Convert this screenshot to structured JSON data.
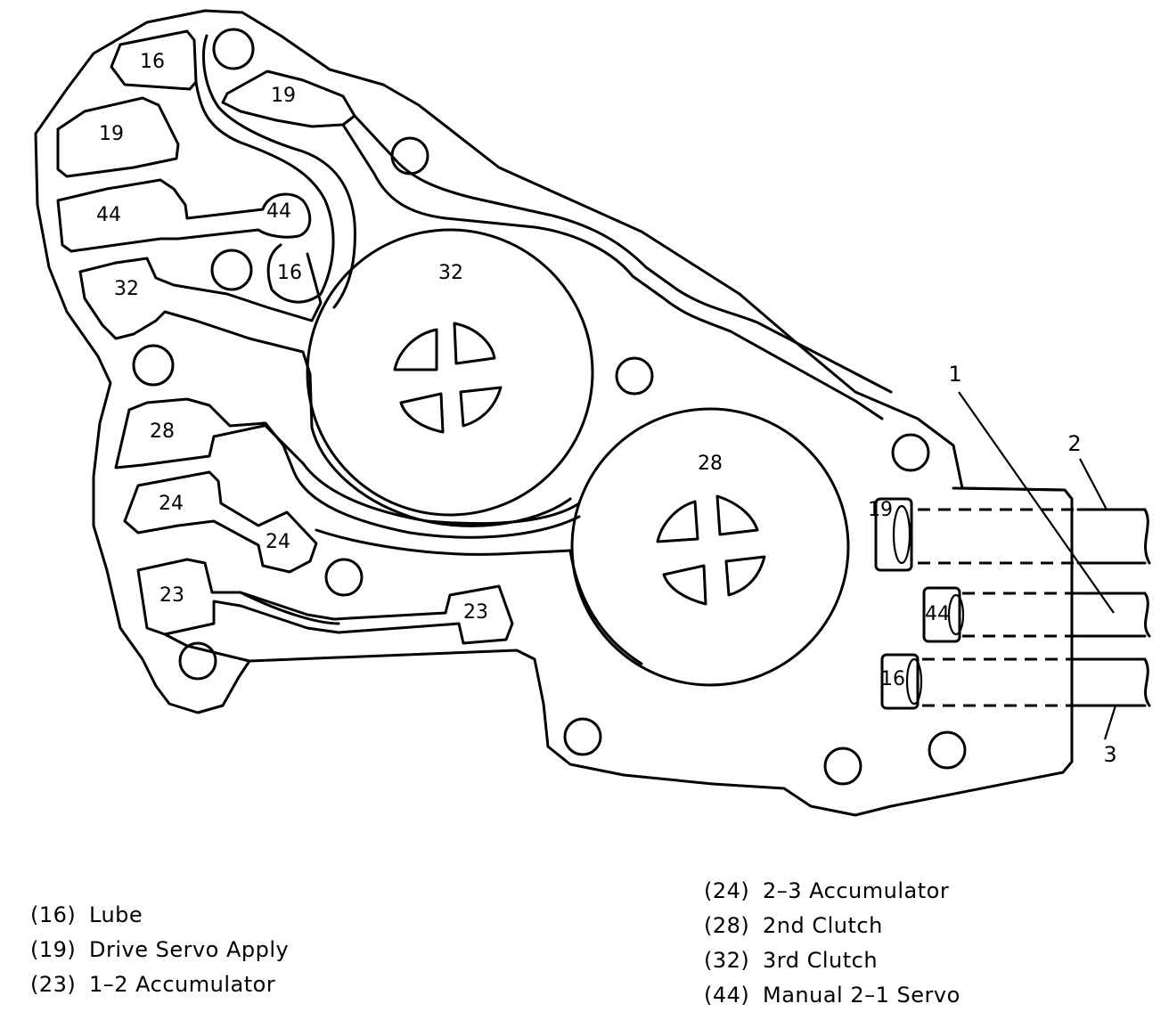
{
  "diagram": {
    "passage_labels": {
      "p16_top": "16",
      "p19_top": "19",
      "p19_left": "19",
      "p44_left": "44",
      "p44_right": "44",
      "p16_mid": "16",
      "p32_left": "32",
      "p32_bore": "32",
      "p28_left": "28",
      "p28_bore": "28",
      "p24_left": "24",
      "p24_right": "24",
      "p23_left": "23",
      "p23_right": "23",
      "port19": "19",
      "port44": "44",
      "port16": "16"
    },
    "callouts": {
      "c1": "1",
      "c2": "2",
      "c3": "3"
    }
  },
  "legend": {
    "left": [
      {
        "code": "(16)",
        "name": "Lube"
      },
      {
        "code": "(19)",
        "name": "Drive Servo Apply"
      },
      {
        "code": "(23)",
        "name": "1–2 Accumulator"
      }
    ],
    "right": [
      {
        "code": "(24)",
        "name": "2–3 Accumulator"
      },
      {
        "code": "(28)",
        "name": "2nd Clutch"
      },
      {
        "code": "(32)",
        "name": "3rd Clutch"
      },
      {
        "code": "(44)",
        "name": "Manual 2–1 Servo"
      }
    ]
  }
}
